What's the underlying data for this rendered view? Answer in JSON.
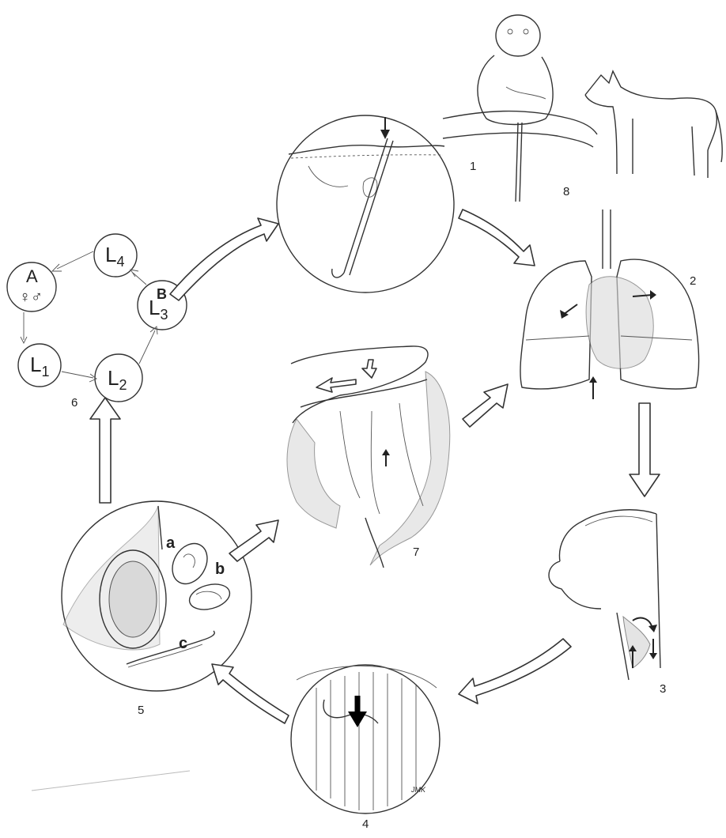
{
  "figure": {
    "panel_numbers": [
      "1",
      "2",
      "3",
      "4",
      "5",
      "6",
      "7",
      "8"
    ],
    "sub_labels": [
      "a",
      "b",
      "c"
    ],
    "stage_6": {
      "adult": "A",
      "adult_sex": "♀♂",
      "l1": "L",
      "l1_sub": "1",
      "l2": "L",
      "l2_sub": "2",
      "l3": "L",
      "l3_sub": "3",
      "l3_mark": "B",
      "l4": "L",
      "l4_sub": "4"
    },
    "signature": "JMK"
  }
}
